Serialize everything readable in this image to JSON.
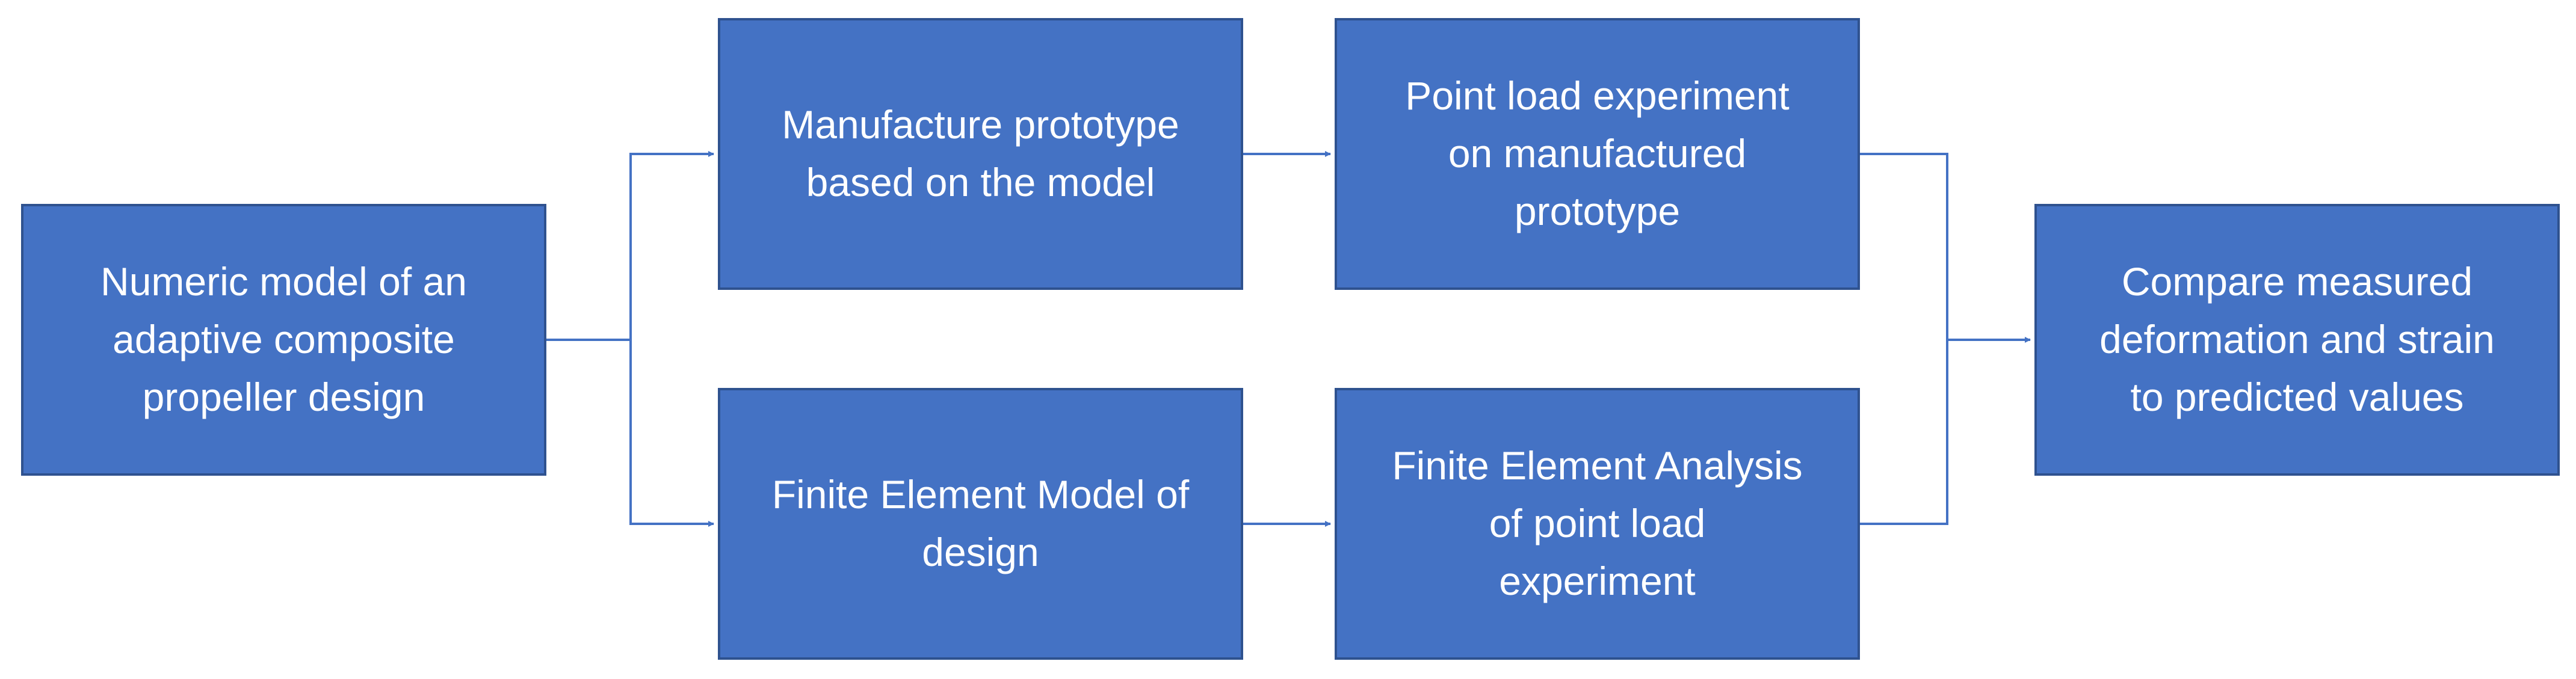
{
  "diagram": {
    "colors": {
      "box_fill": "#4472C4",
      "box_border": "#2F528F",
      "text": "#FFFFFF",
      "connector": "#4472C4"
    },
    "nodes": {
      "numeric_model": {
        "line1": "Numeric model of an",
        "line2": "adaptive composite",
        "line3": "propeller design"
      },
      "manufacture_prototype": {
        "line1": "Manufacture prototype",
        "line2": "based on the model"
      },
      "fem_design": {
        "line1": "Finite Element Model of",
        "line2": "design"
      },
      "point_load_experiment": {
        "line1": "Point load experiment",
        "line2": "on manufactured",
        "line3": "prototype"
      },
      "fea_point_load": {
        "line1": "Finite Element Analysis",
        "line2": "of point load",
        "line3": "experiment"
      },
      "compare_values": {
        "line1": "Compare measured",
        "line2": "deformation and strain",
        "line3": "to predicted values"
      }
    }
  }
}
